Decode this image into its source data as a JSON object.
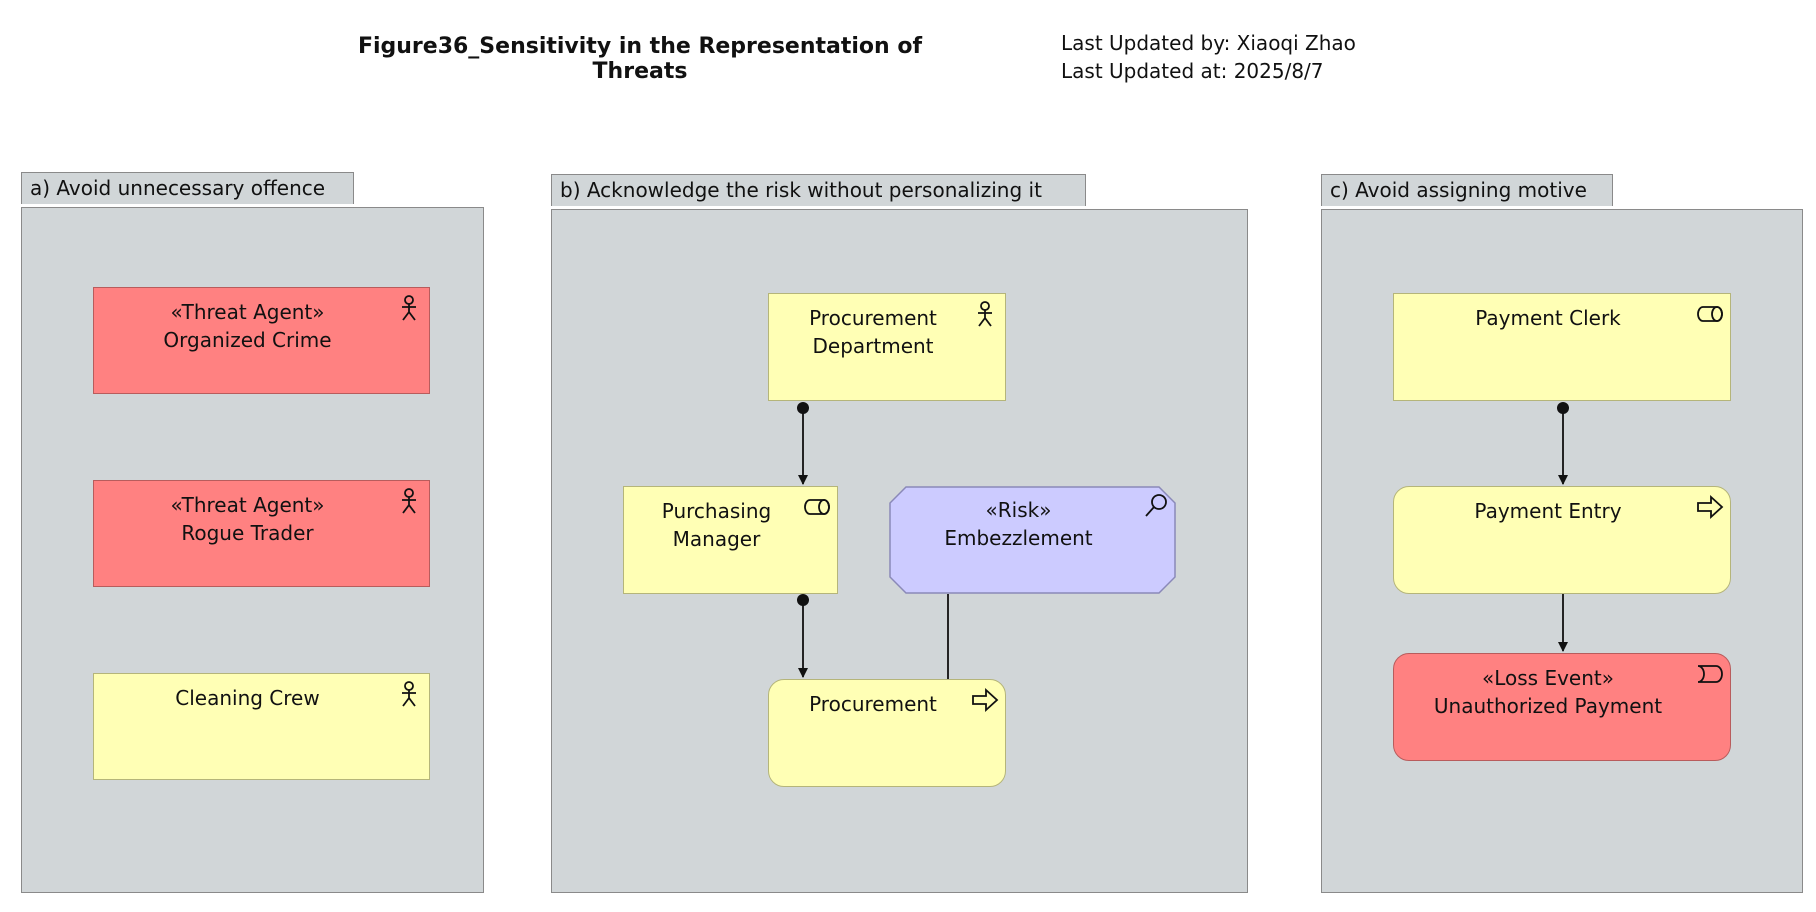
{
  "header": {
    "title": "Figure36_Sensitivity in the Representation of Threats",
    "updated_by": "Last Updated by: Xiaoqi Zhao",
    "updated_at": "Last Updated at: 2025/8/7"
  },
  "panels": {
    "a": {
      "label": "a) Avoid unnecessary offence",
      "elements": {
        "organized_crime": {
          "stereotype": "«Threat Agent»",
          "name": "Organized Crime",
          "icon": "actor-icon"
        },
        "rogue_trader": {
          "stereotype": "«Threat Agent»",
          "name": "Rogue Trader",
          "icon": "actor-icon"
        },
        "cleaning_crew": {
          "name": "Cleaning Crew",
          "icon": "actor-icon"
        }
      }
    },
    "b": {
      "label": "b) Acknowledge the risk without personalizing it",
      "elements": {
        "procurement_department": {
          "line1": "Procurement",
          "line2": "Department",
          "icon": "actor-icon"
        },
        "purchasing_manager": {
          "line1": "Purchasing",
          "line2": "Manager",
          "icon": "role-icon"
        },
        "embezzlement": {
          "stereotype": "«Risk»",
          "name": "Embezzlement",
          "icon": "assessment-icon"
        },
        "procurement": {
          "name": "Procurement",
          "icon": "process-arrow-icon"
        }
      }
    },
    "c": {
      "label": "c) Avoid assigning motive",
      "elements": {
        "payment_clerk": {
          "name": "Payment Clerk",
          "icon": "role-icon"
        },
        "payment_entry": {
          "name": "Payment Entry",
          "icon": "process-arrow-icon"
        },
        "unauthorized_payment": {
          "stereotype": "«Loss Event»",
          "name": "Unauthorized Payment",
          "icon": "event-icon"
        }
      }
    }
  },
  "colors": {
    "panel_fill": "#d1d6d8",
    "business_yellow": "#ffffb5",
    "threat_red": "#ff8181",
    "risk_purple": "#cccbff"
  }
}
